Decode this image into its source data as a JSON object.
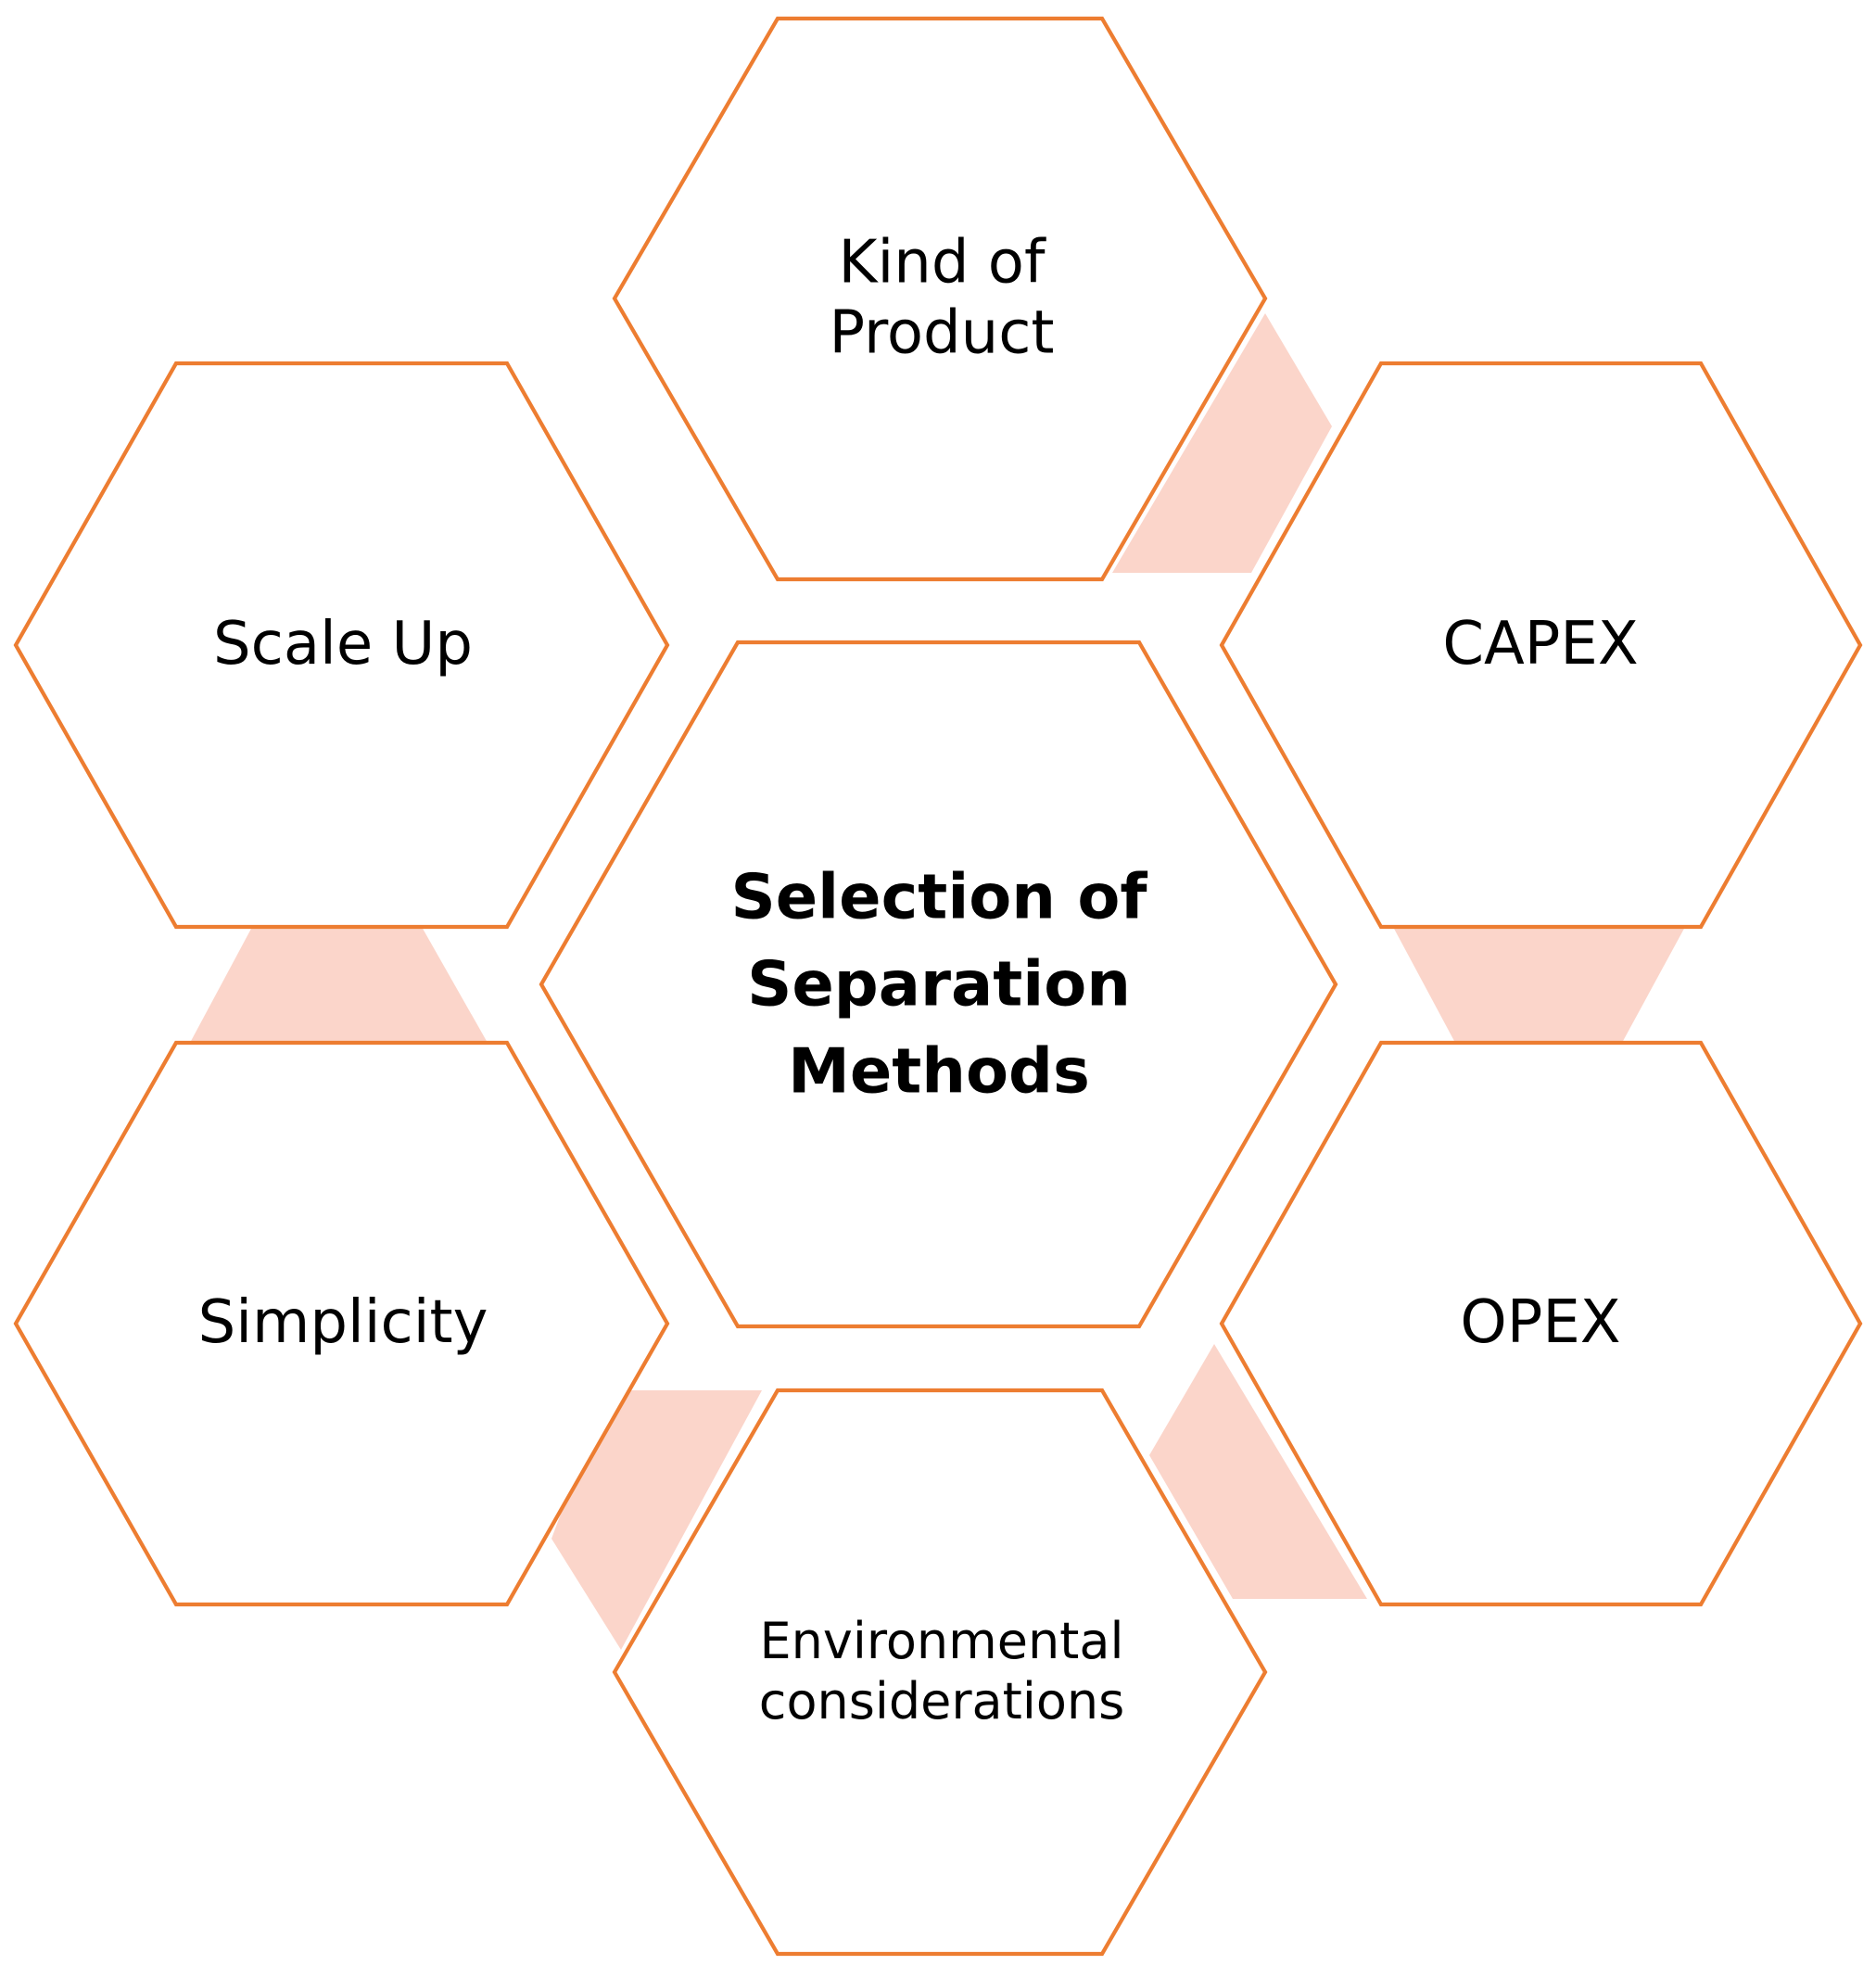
{
  "colors": {
    "hexagon_stroke": "#ED7D31",
    "connector_fill": "#FBD5CA",
    "hexagon_fill": "#FFFFFF",
    "text": "#000000"
  },
  "center": {
    "label": "Selection of Separation Methods"
  },
  "nodes": {
    "kind_of_product": "Kind of Product",
    "capex": "CAPEX",
    "opex": "OPEX",
    "environmental": "Environmental considerations",
    "simplicity": "Simplicity",
    "scale_up": "Scale Up"
  }
}
